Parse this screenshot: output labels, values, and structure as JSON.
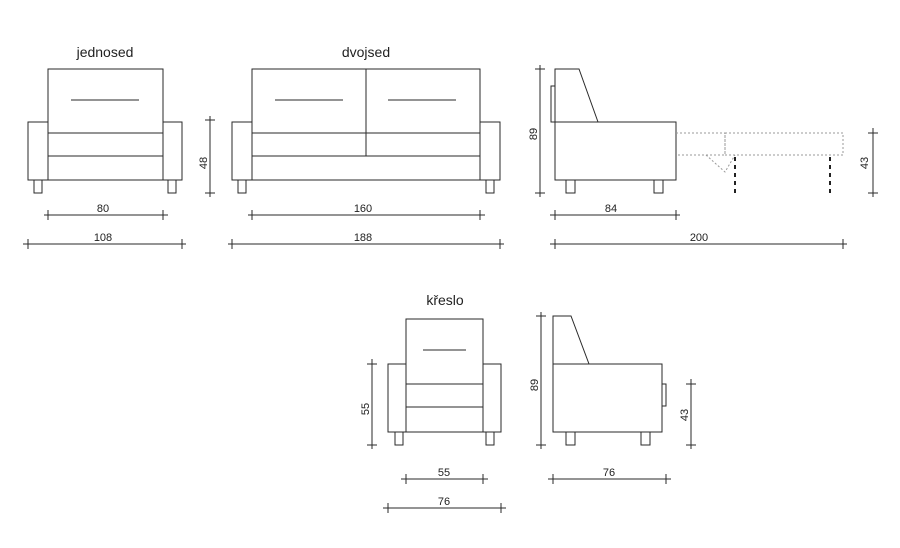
{
  "views": {
    "single": {
      "title": "jednosed"
    },
    "double": {
      "title": "dvojsed"
    },
    "armchair": {
      "title": "křeslo"
    }
  },
  "dimensions": {
    "single_seat_width": "80",
    "single_total_width": "108",
    "height_48": "48",
    "double_seat_width": "160",
    "double_total_width": "188",
    "side_height_89": "89",
    "side_depth_84": "84",
    "extended_length_200": "200",
    "bed_height_43": "43",
    "armchair_height_55": "55",
    "armchair_seat_width_55": "55",
    "armchair_total_width_76": "76",
    "armchair_side_height_89": "89",
    "armchair_side_height_43": "43",
    "armchair_side_depth_76": "76"
  },
  "colors": {
    "line": "#2a2a2a",
    "dotted": "#999999",
    "background": "#ffffff"
  }
}
